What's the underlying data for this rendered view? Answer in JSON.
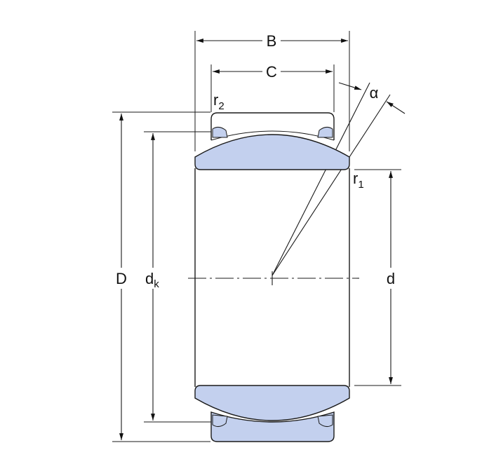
{
  "title": "Spherical plain bearing dimension drawing",
  "colors": {
    "fill": "#c3d0ee",
    "stroke": "#1a1a1a"
  },
  "labels": {
    "B": "B",
    "C": "C",
    "D": "D",
    "d": "d",
    "dk_main": "d",
    "dk_sub": "k",
    "r1_main": "r",
    "r1_sub": "1",
    "r2_main": "r",
    "r2_sub": "2",
    "alpha": "α"
  }
}
